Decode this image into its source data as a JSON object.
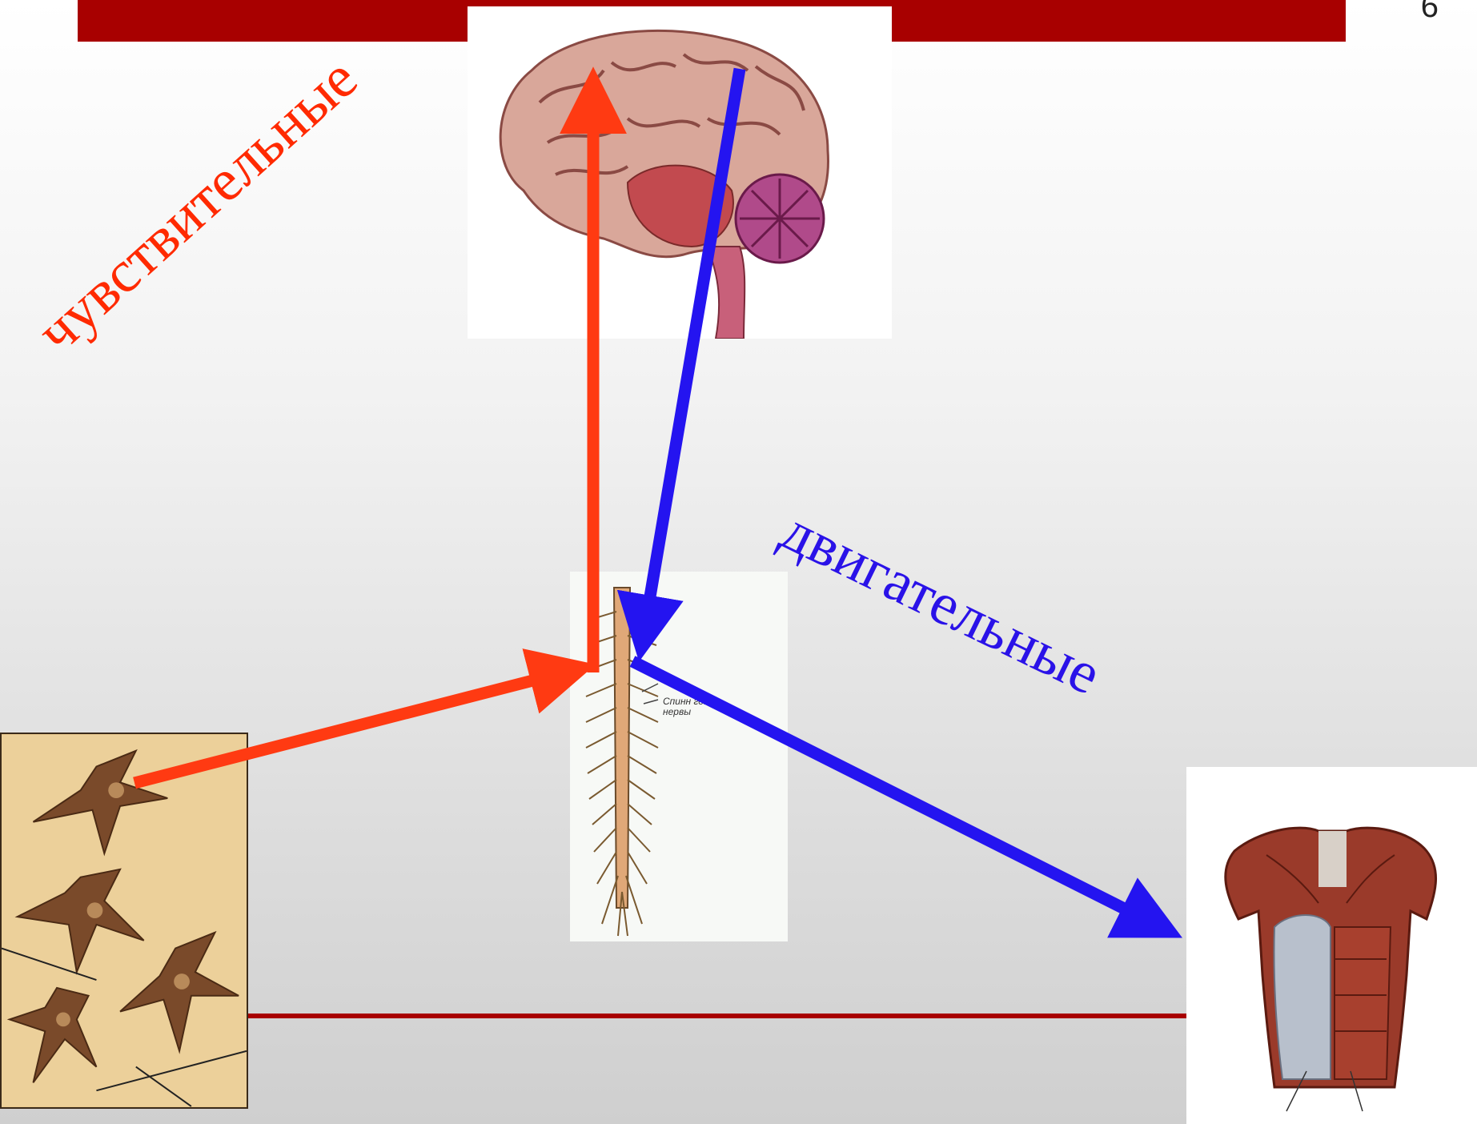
{
  "slide": {
    "number": "6"
  },
  "labels": {
    "sensory": "чувствительные",
    "motor": "двигательные",
    "spine_caption_line1": "Спинн    говые",
    "spine_caption_line2": "нервы"
  },
  "colors": {
    "accent_bar": "#a80000",
    "sensory_arrow": "#ff3a12",
    "motor_arrow": "#2414f0",
    "sensory_text": "#ff2a00",
    "motor_text": "#2a12e8"
  },
  "images": {
    "brain": "brain-sagittal-illustration",
    "spinal_cord": "spinal-cord-with-nerves-illustration",
    "neurons": "neuron-cells-illustration",
    "torso": "torso-muscles-illustration"
  }
}
